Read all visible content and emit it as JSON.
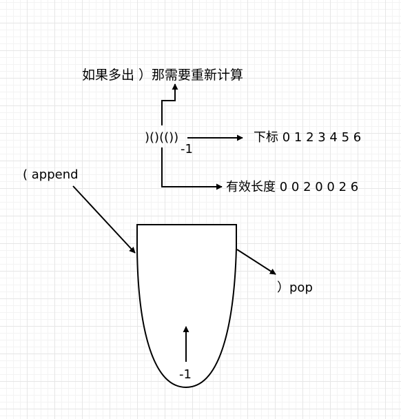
{
  "labels": {
    "recompute_note": "如果多出 ）那需要重新计算",
    "paren_string": ")()(())",
    "minus_one_top": "-1",
    "index_label": "下标 0 1 2 3 4 5 6",
    "valid_length_label": "有效长度 0 0 2 0 0 2 6",
    "append_label": "( append",
    "pop_label": "）pop",
    "minus_one_bottom": "-1"
  },
  "colors": {
    "stroke": "#000000",
    "grid_major": "#e6e6e6",
    "grid_minor": "#f3f3f3",
    "background": "#ffffff"
  }
}
